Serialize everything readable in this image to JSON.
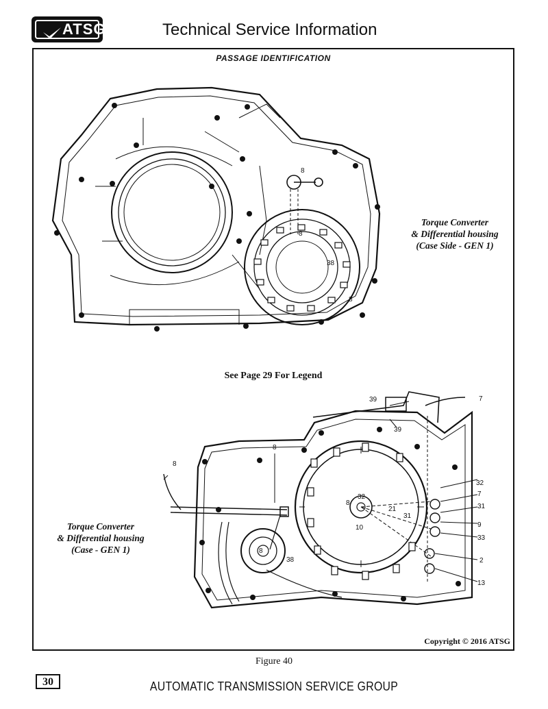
{
  "header": {
    "logo_text": "ATSG",
    "title": "Technical Service Information"
  },
  "section_title": "PASSAGE IDENTIFICATION",
  "top_diagram": {
    "caption_lines": [
      "Torque Converter",
      "& Differential housing",
      "(Case Side - GEN 1)"
    ],
    "callouts": [
      "8",
      "8",
      "38",
      "8"
    ]
  },
  "legend_note": "See Page 29 For Legend",
  "bottom_diagram": {
    "caption_lines": [
      "Torque Converter",
      "& Differential housing",
      "(Case - GEN 1)"
    ],
    "callouts": [
      "39",
      "39",
      "7",
      "8",
      "8",
      "32",
      "8",
      "21",
      "31",
      "10",
      "32",
      "7",
      "31",
      "9",
      "33",
      "2",
      "13",
      "8",
      "38"
    ]
  },
  "copyright": "Copyright © 2016 ATSG",
  "figure_label": "Figure 40",
  "page_number": "30",
  "footer": "AUTOMATIC TRANSMISSION SERVICE GROUP"
}
